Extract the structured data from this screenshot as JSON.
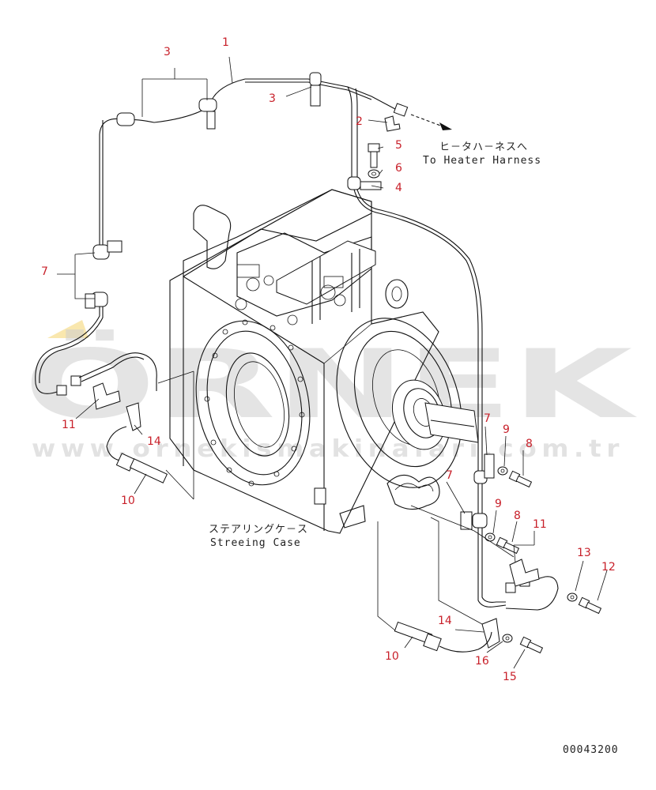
{
  "callouts": [
    {
      "id": "c1",
      "text": "1"
    },
    {
      "id": "c3a",
      "text": "3"
    },
    {
      "id": "c3b",
      "text": "3"
    },
    {
      "id": "c2",
      "text": "2"
    },
    {
      "id": "c5",
      "text": "5"
    },
    {
      "id": "c6",
      "text": "6"
    },
    {
      "id": "c4",
      "text": "4"
    },
    {
      "id": "c7a",
      "text": "7"
    },
    {
      "id": "c11a",
      "text": "11"
    },
    {
      "id": "c14a",
      "text": "14"
    },
    {
      "id": "c10a",
      "text": "10"
    },
    {
      "id": "c7b",
      "text": "7"
    },
    {
      "id": "c9a",
      "text": "9"
    },
    {
      "id": "c8a",
      "text": "8"
    },
    {
      "id": "c7c",
      "text": "7"
    },
    {
      "id": "c9b",
      "text": "9"
    },
    {
      "id": "c8b",
      "text": "8"
    },
    {
      "id": "c11b",
      "text": "11"
    },
    {
      "id": "c13",
      "text": "13"
    },
    {
      "id": "c12",
      "text": "12"
    },
    {
      "id": "c14b",
      "text": "14"
    },
    {
      "id": "c10b",
      "text": "10"
    },
    {
      "id": "c16",
      "text": "16"
    },
    {
      "id": "c15",
      "text": "15"
    }
  ],
  "notes": {
    "heater_jp": "ヒ－タハ－ネスへ",
    "heater_en": "To Heater Harness",
    "steering_jp": "ステアリングケ－ス",
    "steering_en": "Streeing Case",
    "drawing_number": "00043200"
  },
  "watermark": {
    "brand": "ÖRNEK",
    "url": "www.ornekismakinalari.com.tr"
  },
  "colors": {
    "callout": "#c8202a",
    "line": "#111111",
    "watermark": "#cfcfcf",
    "watermark_accent": "#f2c94c"
  }
}
